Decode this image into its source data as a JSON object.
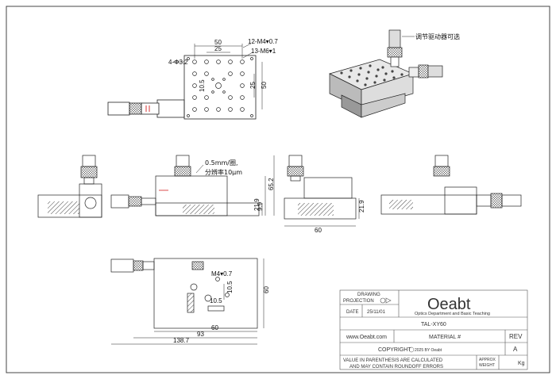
{
  "dimensions": {
    "top_50": "50",
    "top_25": "25",
    "holes_m4": "12-M4▾0.7",
    "holes_m6": "13-M6▾1",
    "holes_d32": "4-Φ3.2",
    "hole_10_5": "10.5",
    "side_25": "25",
    "side_50": "50",
    "front_9_9": "9.9",
    "front_21_9": "21.9",
    "front_65_2": "65.2",
    "right_21_9": "21.9",
    "front_60": "60",
    "bottom_m4": "M4▾0.7",
    "bottom_10_5_v": "10.5",
    "bottom_10_5_h": "10.5",
    "bottom_60_side": "60",
    "bottom_60": "60",
    "bottom_93": "93",
    "bottom_138_7": "138.7"
  },
  "notes": {
    "driver_optional": "调节驱动器可选",
    "resolution_line1": "0.5mm/圈,",
    "resolution_line2": "分辨率10μm"
  },
  "title_block": {
    "drawing_label": "DRAWING",
    "projection_label": "PROJECTION",
    "date_label": "DATE",
    "date_value": "25/11/01",
    "logo_text": "Oeabt",
    "logo_subtitle": "Optics Department and Basic Teaching",
    "part_number": "TAL-XY60",
    "website": "www.Oeabt.com",
    "material_label": "MATERIAL #",
    "rev_label": "REV",
    "rev_value": "A",
    "copyright": "COPYRIGHT",
    "copyright_rest": "2025 BY Oeabt",
    "disclaimer_line1": "VALUE IN PARENTHESIS ARE CALCULATED",
    "disclaimer_line2": "AND MAY CONTAIN ROUNDOFF ERRORS",
    "approx_label": "APPROX",
    "weight_label": "WEIGHT",
    "weight_unit": "Kg"
  }
}
